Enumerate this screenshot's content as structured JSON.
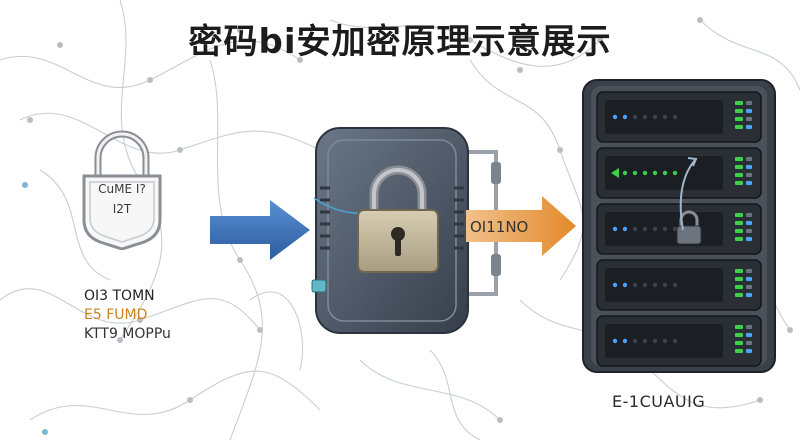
{
  "title": "密码bi安加密原理示意展示",
  "lock_text": [
    "CuME I?",
    "I2T"
  ],
  "plaintext_lines": [
    {
      "text": "OI3 TOMN",
      "color": "#222222"
    },
    {
      "text": "E5 FUMD",
      "color": "#c9821f"
    },
    {
      "text": "KTT9 MOPPu",
      "color": "#333333"
    }
  ],
  "ciphertext": "OI11NO",
  "server_caption": "E-1CUAUIG",
  "colors": {
    "input_arrow": "#3a6fb5",
    "output_arrow": "#e89a3a",
    "device_body": "#4b5566",
    "padlock": "#c2b79c",
    "server_led_green": "#3ecf4a",
    "server_led_blue": "#4aa3ff"
  },
  "icons": {
    "shield_lock": "padlock-outline-icon",
    "device_lock": "padlock-icon",
    "server": "server-rack-icon"
  }
}
